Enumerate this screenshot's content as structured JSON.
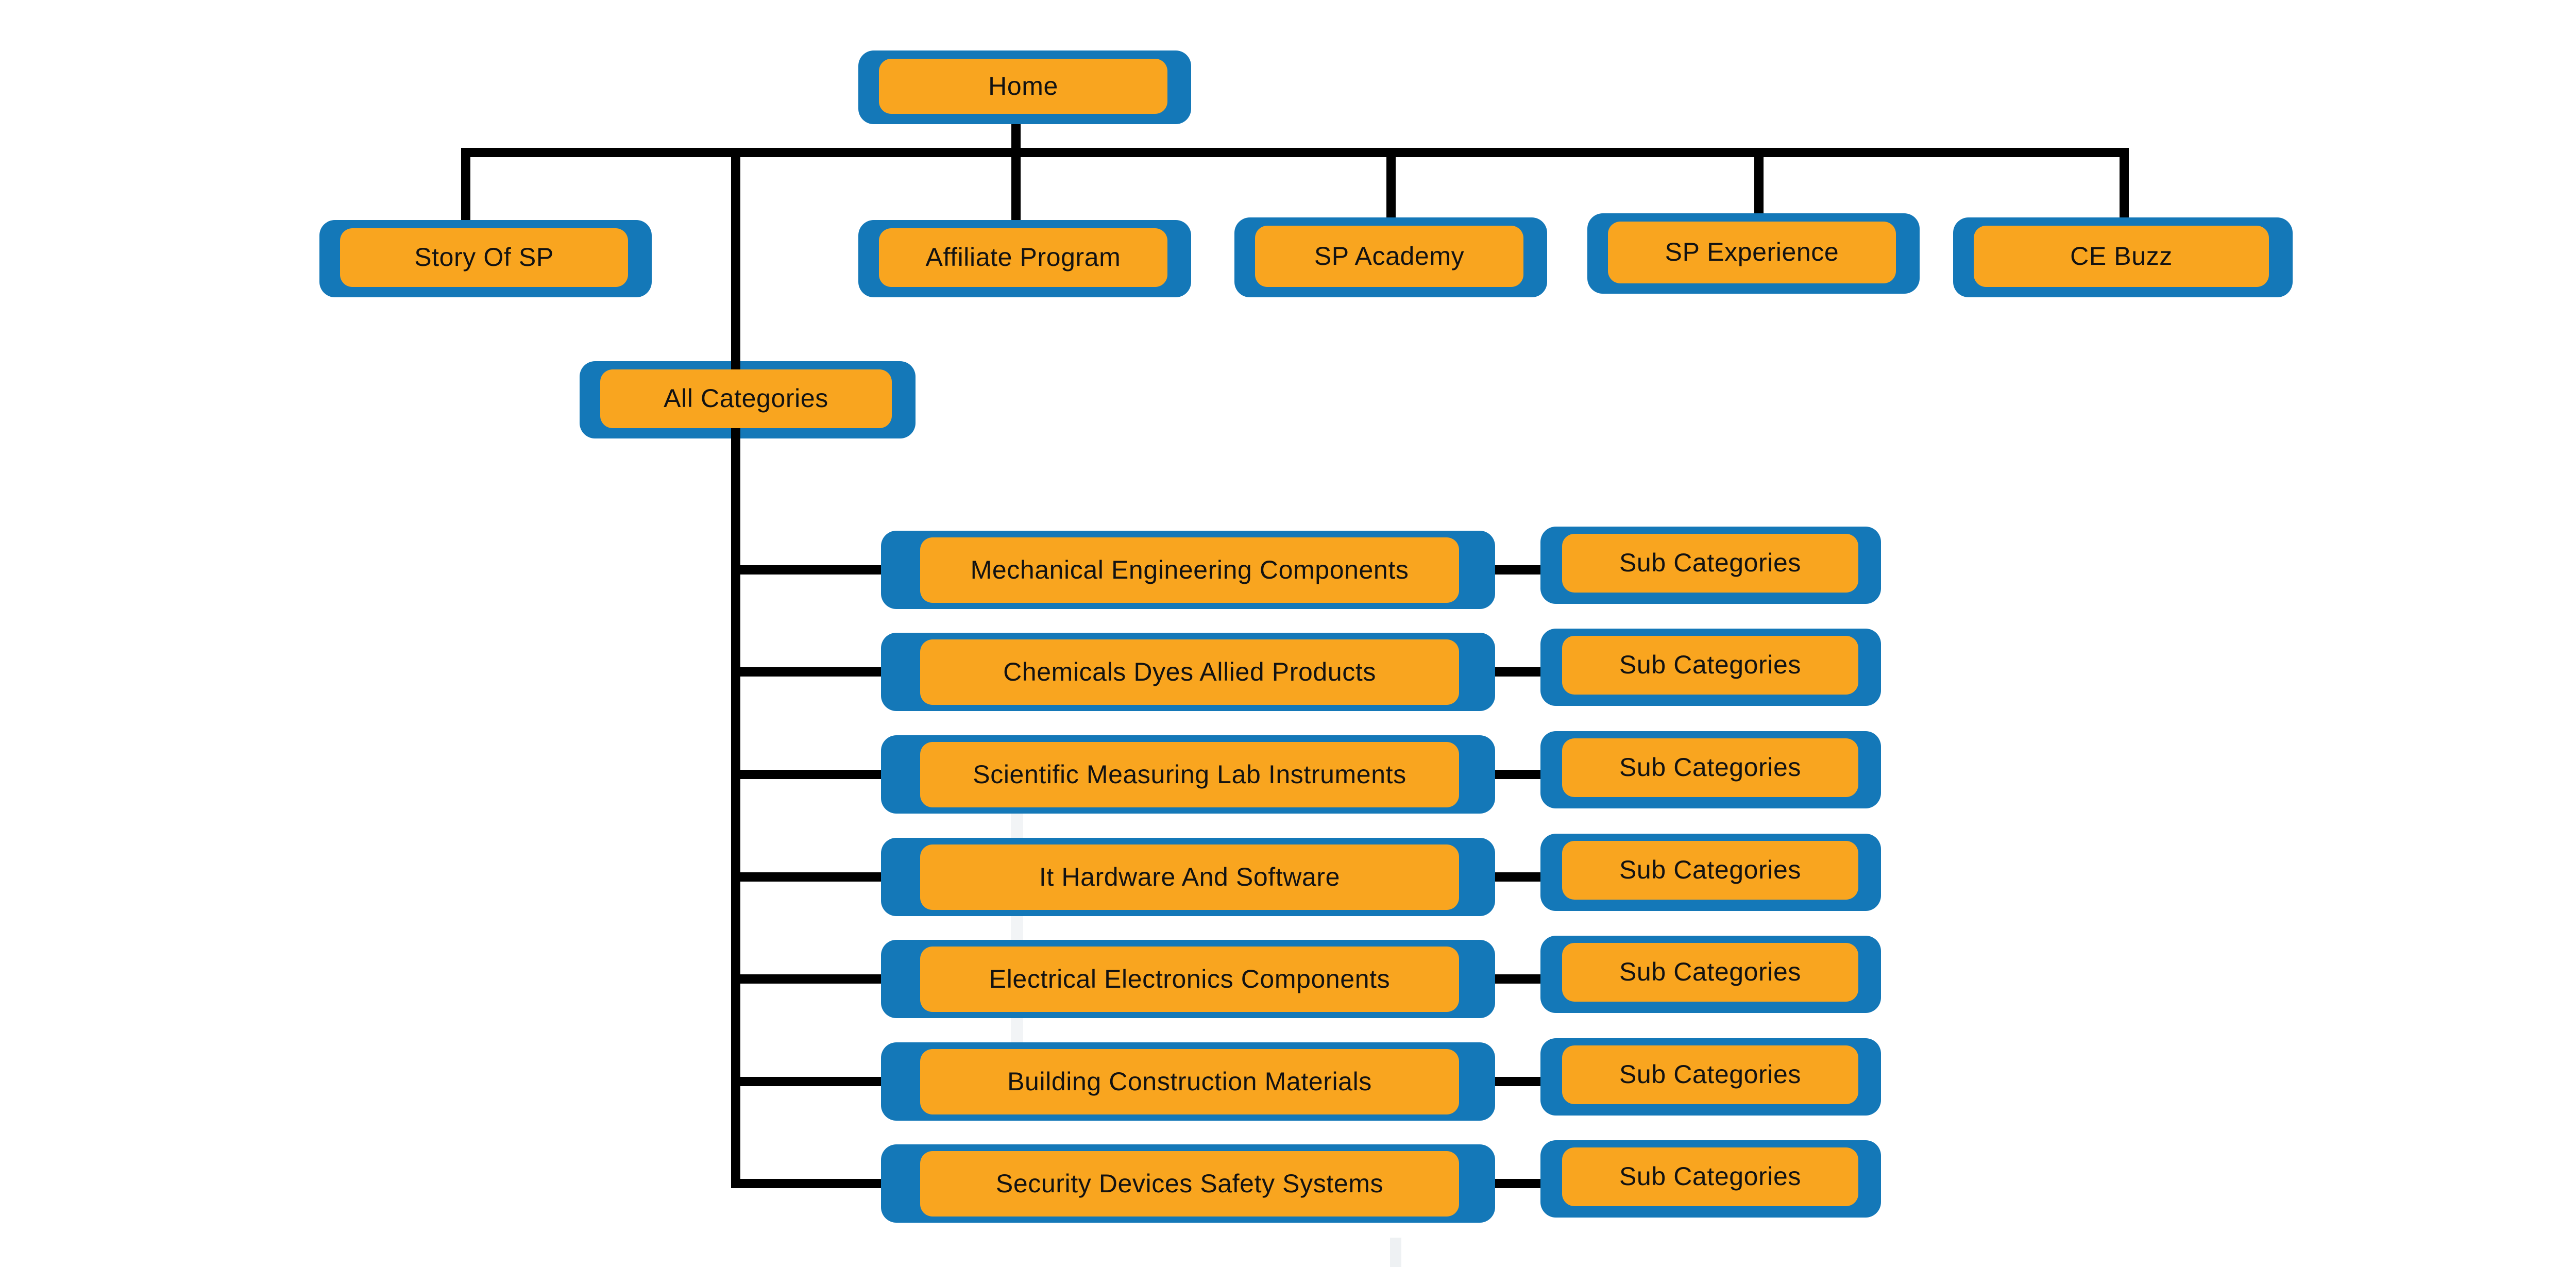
{
  "diagram": {
    "type": "sitemap-tree",
    "background": "#ffffff",
    "colors": {
      "node_border_blue": "#1478B8",
      "node_fill_orange": "#F9A51F",
      "connector_black": "#000000",
      "label_text": "#121212"
    },
    "nodes": {
      "home": {
        "label": "Home"
      },
      "top_level": [
        {
          "label": "Story Of SP"
        },
        {
          "label": "Affiliate Program"
        },
        {
          "label": "SP Academy"
        },
        {
          "label": "SP Experience"
        },
        {
          "label": "CE Buzz"
        }
      ],
      "all_categories": {
        "label": "All Categories"
      },
      "categories": [
        {
          "label": "Mechanical Engineering Components",
          "sub": {
            "label": "Sub Categories"
          }
        },
        {
          "label": "Chemicals Dyes Allied Products",
          "sub": {
            "label": "Sub Categories"
          }
        },
        {
          "label": "Scientific Measuring Lab Instruments",
          "sub": {
            "label": "Sub Categories"
          }
        },
        {
          "label": "It Hardware And Software",
          "sub": {
            "label": "Sub Categories"
          }
        },
        {
          "label": "Electrical Electronics Components",
          "sub": {
            "label": "Sub Categories"
          }
        },
        {
          "label": "Building Construction Materials",
          "sub": {
            "label": "Sub Categories"
          }
        },
        {
          "label": "Security Devices Safety Systems",
          "sub": {
            "label": "Sub Categories"
          }
        }
      ]
    }
  }
}
